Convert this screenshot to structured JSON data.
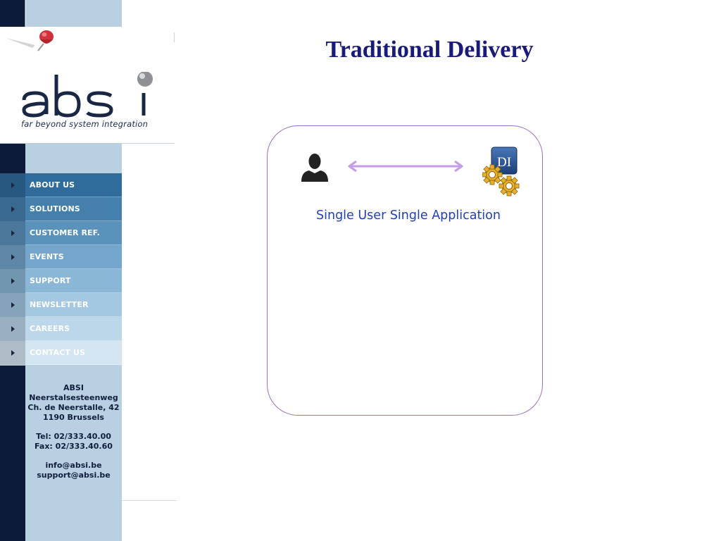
{
  "slide": {
    "title": "Traditional Delivery",
    "caption": "Single User Single Application",
    "icons": {
      "user": "user-silhouette-icon",
      "connection": "double-arrow-icon",
      "application": "di-gears-icon"
    },
    "app_icon_text": "DI",
    "colors": {
      "title": "#1a1a7a",
      "caption": "#1f3fb5",
      "panel_border": "#9b6fc6",
      "arrow": "#c79be8"
    }
  },
  "sidebar": {
    "logo": {
      "wordmark": "absi",
      "tagline": "far beyond system integration"
    },
    "nav": [
      {
        "label": "ABOUT US",
        "color": "#2f6c9c"
      },
      {
        "label": "SOLUTIONS",
        "color": "#4580ad"
      },
      {
        "label": "CUSTOMER REF.",
        "color": "#5b92bc"
      },
      {
        "label": "EVENTS",
        "color": "#74a5ca"
      },
      {
        "label": "SUPPORT",
        "color": "#8bb7d6"
      },
      {
        "label": "NEWSLETTER",
        "color": "#a4c8e1"
      },
      {
        "label": "CAREERS",
        "color": "#bcd7ea"
      },
      {
        "label": "CONTACT US",
        "color": "#d3e5f1"
      }
    ],
    "address": {
      "company": "ABSI",
      "street": "Neerstalsesteenweg",
      "street2": "Ch. de Neerstalle, 42",
      "city": "1190 Brussels",
      "tel": "Tel: 02/333.40.00",
      "fax": "Fax: 02/333.40.60",
      "email": "info@absi.be",
      "support_email": "support@absi.be"
    }
  }
}
